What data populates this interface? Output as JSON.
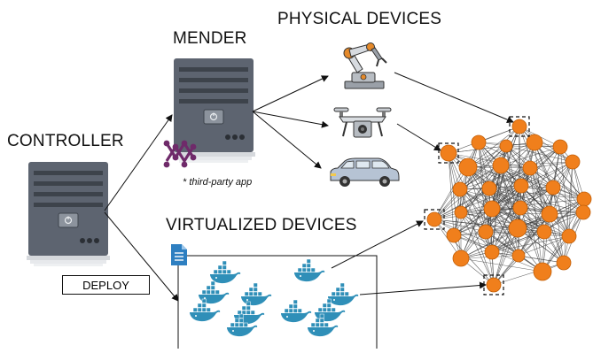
{
  "labels": {
    "mender": "MENDER",
    "physical_devices": "PHYSICAL DEVICES",
    "controller": "CONTROLLER",
    "virtualized_devices": "VIRTUALIZED DEVICES",
    "deploy": "DEPLOY",
    "third_party_note": "* third-party app"
  },
  "icons": {
    "server": "server-icon",
    "mender_logo": "mender-logo-icon",
    "robot_arm": "robot-arm-icon",
    "drone": "drone-icon",
    "car": "car-icon",
    "file": "file-icon",
    "container": "docker-whale-icon"
  },
  "colors": {
    "server_body": "#5f6671",
    "server_face": "#6b7380",
    "node": "#f07f1c",
    "node_stroke": "#c25f08",
    "mender_logo": "#6f2a6a",
    "docker": "#2f8fb8",
    "file": "#2e7fc1",
    "robot_orange": "#e58a2b"
  }
}
